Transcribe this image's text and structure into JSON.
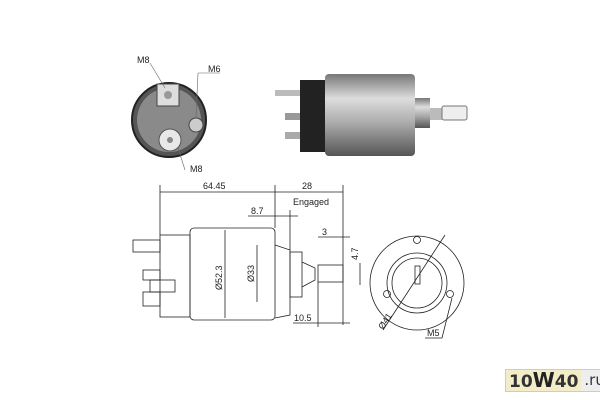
{
  "photo_end_view": {
    "labels": [
      "M8",
      "M6",
      "M8"
    ]
  },
  "drawing": {
    "dim_overall": "64.45",
    "dim_stroke": "28",
    "engaged_label": "Engaged",
    "dim_flange": "8.7",
    "dim_body_diameter": "Ø52.3",
    "dim_neck_diameter": "Ø33",
    "dim_slot_width": "3",
    "dim_slot_height": "4.7",
    "dim_plunger": "10.5",
    "dim_bolt_circle": "Ø41",
    "dim_bolt_thread": "M5"
  },
  "watermark": {
    "main_prefix": "10",
    "main_w": "W",
    "main_suffix": "40",
    "tld": ".ru"
  },
  "colors": {
    "line": "#222222",
    "metal": "#a8a8a8",
    "watermark_bg": "#f2ecc8"
  }
}
